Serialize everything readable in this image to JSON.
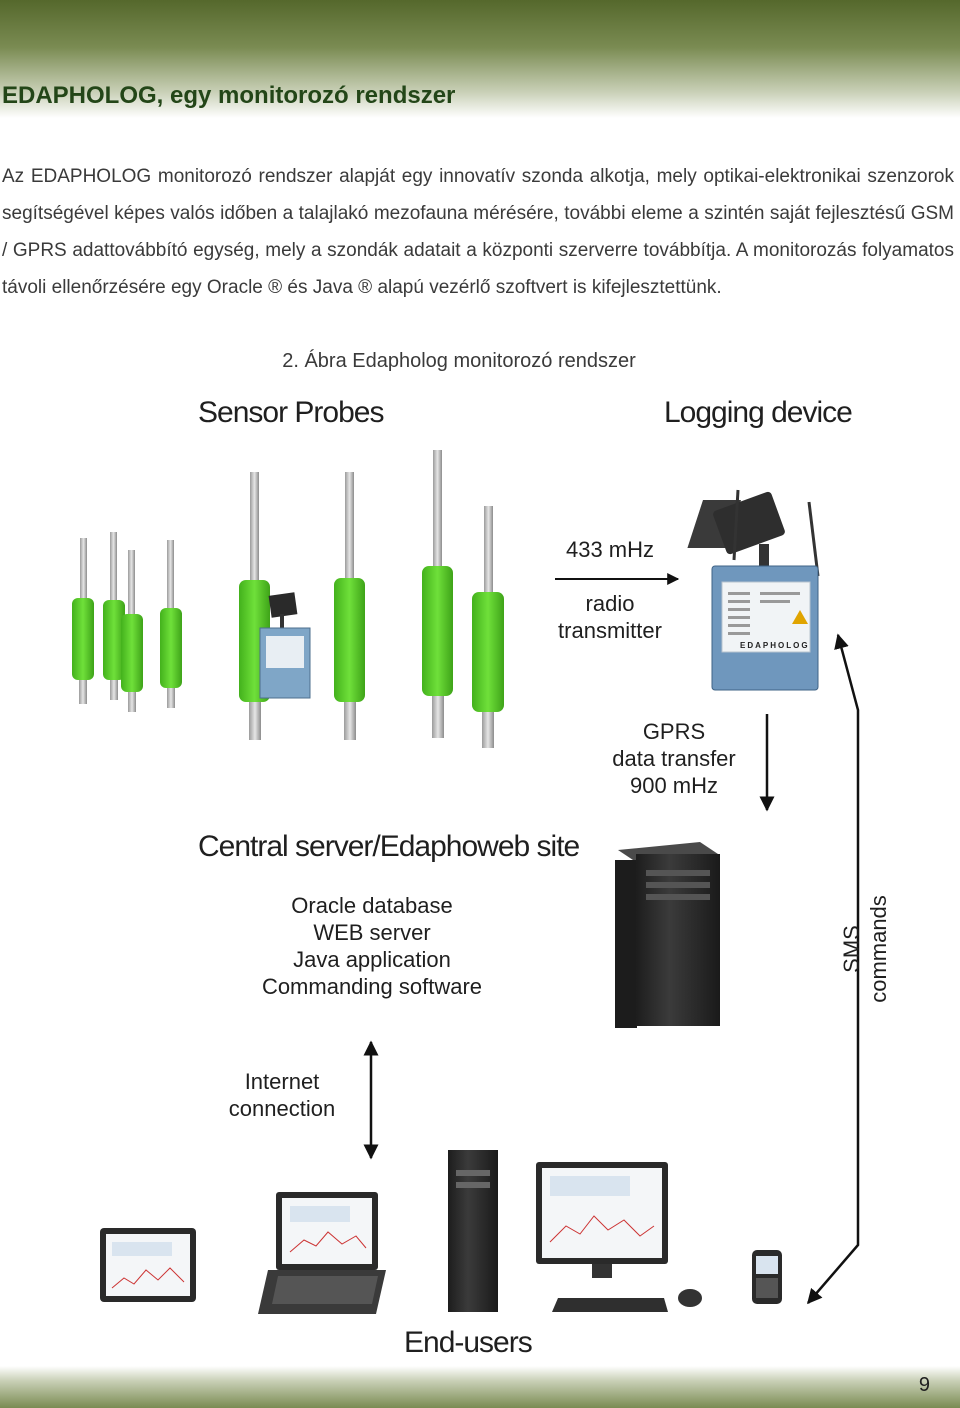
{
  "title": "EDAPHOLOG, egy monitorozó rendszer",
  "paragraph": "Az EDAPHOLOG monitorozó rendszer alapját egy innovatív szonda alkotja, mely optikai-elektronikai szenzorok segítségével képes valós időben a talajlakó mezofauna mérésére, további eleme a szintén saját fejlesztésű GSM / GPRS adattovábbító egység, mely a szondák adatait a központi szerverre továbbítja. A monitorozás folyamatos távoli ellenőrzésére egy Oracle ® és Java ® alapú vezérlő szoftvert is kifejlesztettünk.",
  "caption": "2. Ábra Edapholog monitorozó rendszer",
  "diagram": {
    "sensor_probes": "Sensor Probes",
    "logging_device": "Logging device",
    "radio_freq": "433 mHz",
    "radio_line1": "radio",
    "radio_line2": "transmitter",
    "gprs_line1": "GPRS",
    "gprs_line2": "data transfer",
    "gprs_line3": "900 mHz",
    "central_server": "Central server/Edaphoweb site",
    "server_line1": "Oracle database",
    "server_line2": "WEB server",
    "server_line3": "Java application",
    "server_line4": "Commanding software",
    "internet_line1": "Internet",
    "internet_line2": "connection",
    "sms_line1": "SMS",
    "sms_line2": "commands",
    "end_users": "End-users",
    "device_brand": "EDAPHOLOG"
  },
  "colors": {
    "header_green": "#55682c",
    "title_green": "#234618",
    "probe_green": "#5ccd2c"
  },
  "page_number": "9"
}
